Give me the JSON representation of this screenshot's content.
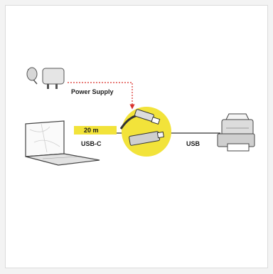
{
  "labels": {
    "power_supply": "Power Supply",
    "length": "20 m",
    "usb_c": "USB-C",
    "usb": "USB"
  },
  "colors": {
    "accent_yellow": "#f2e33a",
    "cable_dark": "#333333",
    "arrow_red": "#d9302b"
  },
  "devices": {
    "left": "laptop-icon",
    "right": "printer-icon",
    "top": "power-adapter-icon",
    "center": "usb-extender-cable-icon"
  }
}
